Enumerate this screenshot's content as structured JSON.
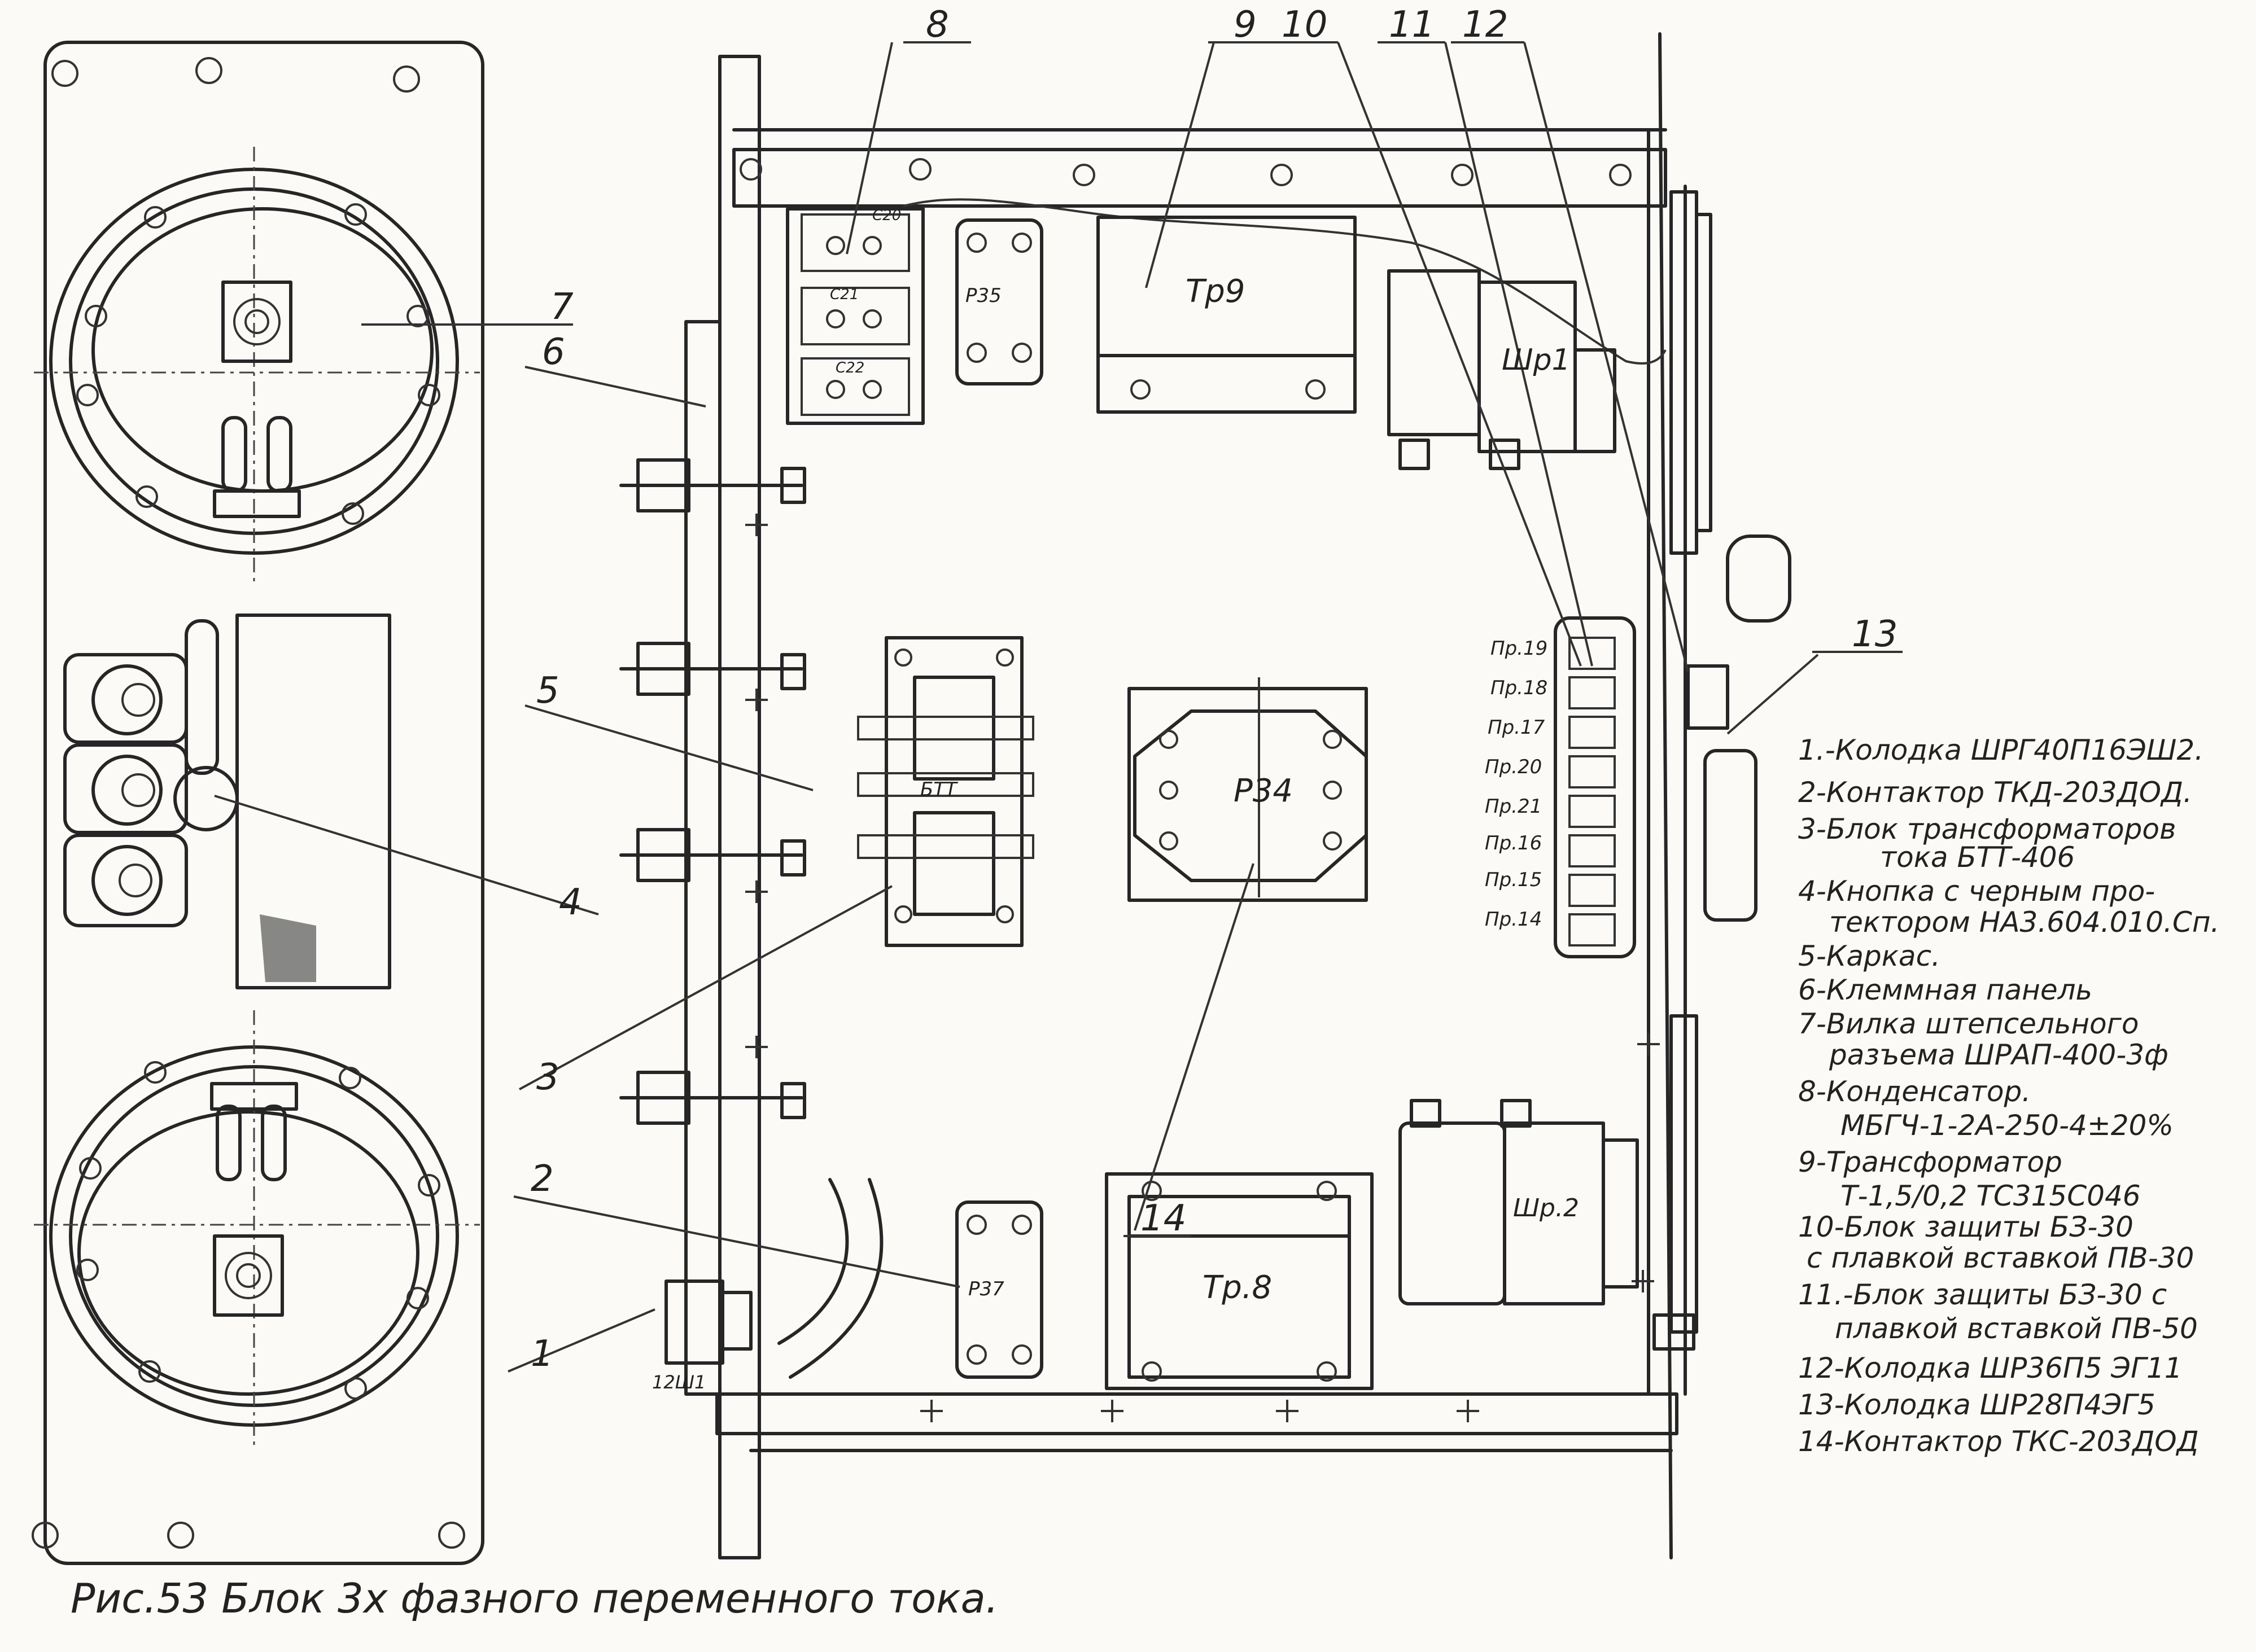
{
  "callouts": [
    "1",
    "2",
    "3",
    "4",
    "5",
    "6",
    "7",
    "8",
    "9",
    "10",
    "11",
    "12",
    "13",
    "14"
  ],
  "component_labels": {
    "tr9": "Тр9",
    "tr8": "Тр.8",
    "r35": "Р35",
    "r37": "Р37",
    "r34": "Р34",
    "btt": "БТТ",
    "shr1": "Шр1",
    "shr2": "Шр.2",
    "c20": "С20",
    "c21": "С21",
    "c22": "С22",
    "shsh": "12Ш1"
  },
  "fuse_labels": [
    "Пр.19",
    "Пр.18",
    "Пр.17",
    "Пр.20",
    "Пр.21",
    "Пр.16",
    "Пр.15",
    "Пр.14"
  ],
  "legend": [
    "1.-Колодка ШРГ40П16ЭШ2.",
    "2-Контактор ТКД-203ДОД.",
    "3-Блок трансформаторов",
    "тока  БТТ-406",
    "4-Кнопка с черным про-",
    "тектором НА3.604.010.Сп.",
    "5-Каркас.",
    "6-Клеммная панель",
    "7-Вилка штепсельного",
    "разъема ШРАП-400-3ф",
    "8-Конденсатор.",
    "МБГЧ-1-2А-250-4±20%",
    "9-Трансформатор",
    "Т-1,5/0,2 ТС315С046",
    "10-Блок защиты БЗ-30",
    "с плавкой вставкой ПВ-30",
    "11.-Блок защиты БЗ-30 с",
    "плавкой вставкой ПВ-50",
    "12-Колодка ШР36П5 ЭГ11",
    "13-Колодка ШР28П4ЭГ5",
    "14-Контактор ТКС-203ДОД"
  ],
  "caption": "Рис.53 Блок 3х фазного переменного тока."
}
